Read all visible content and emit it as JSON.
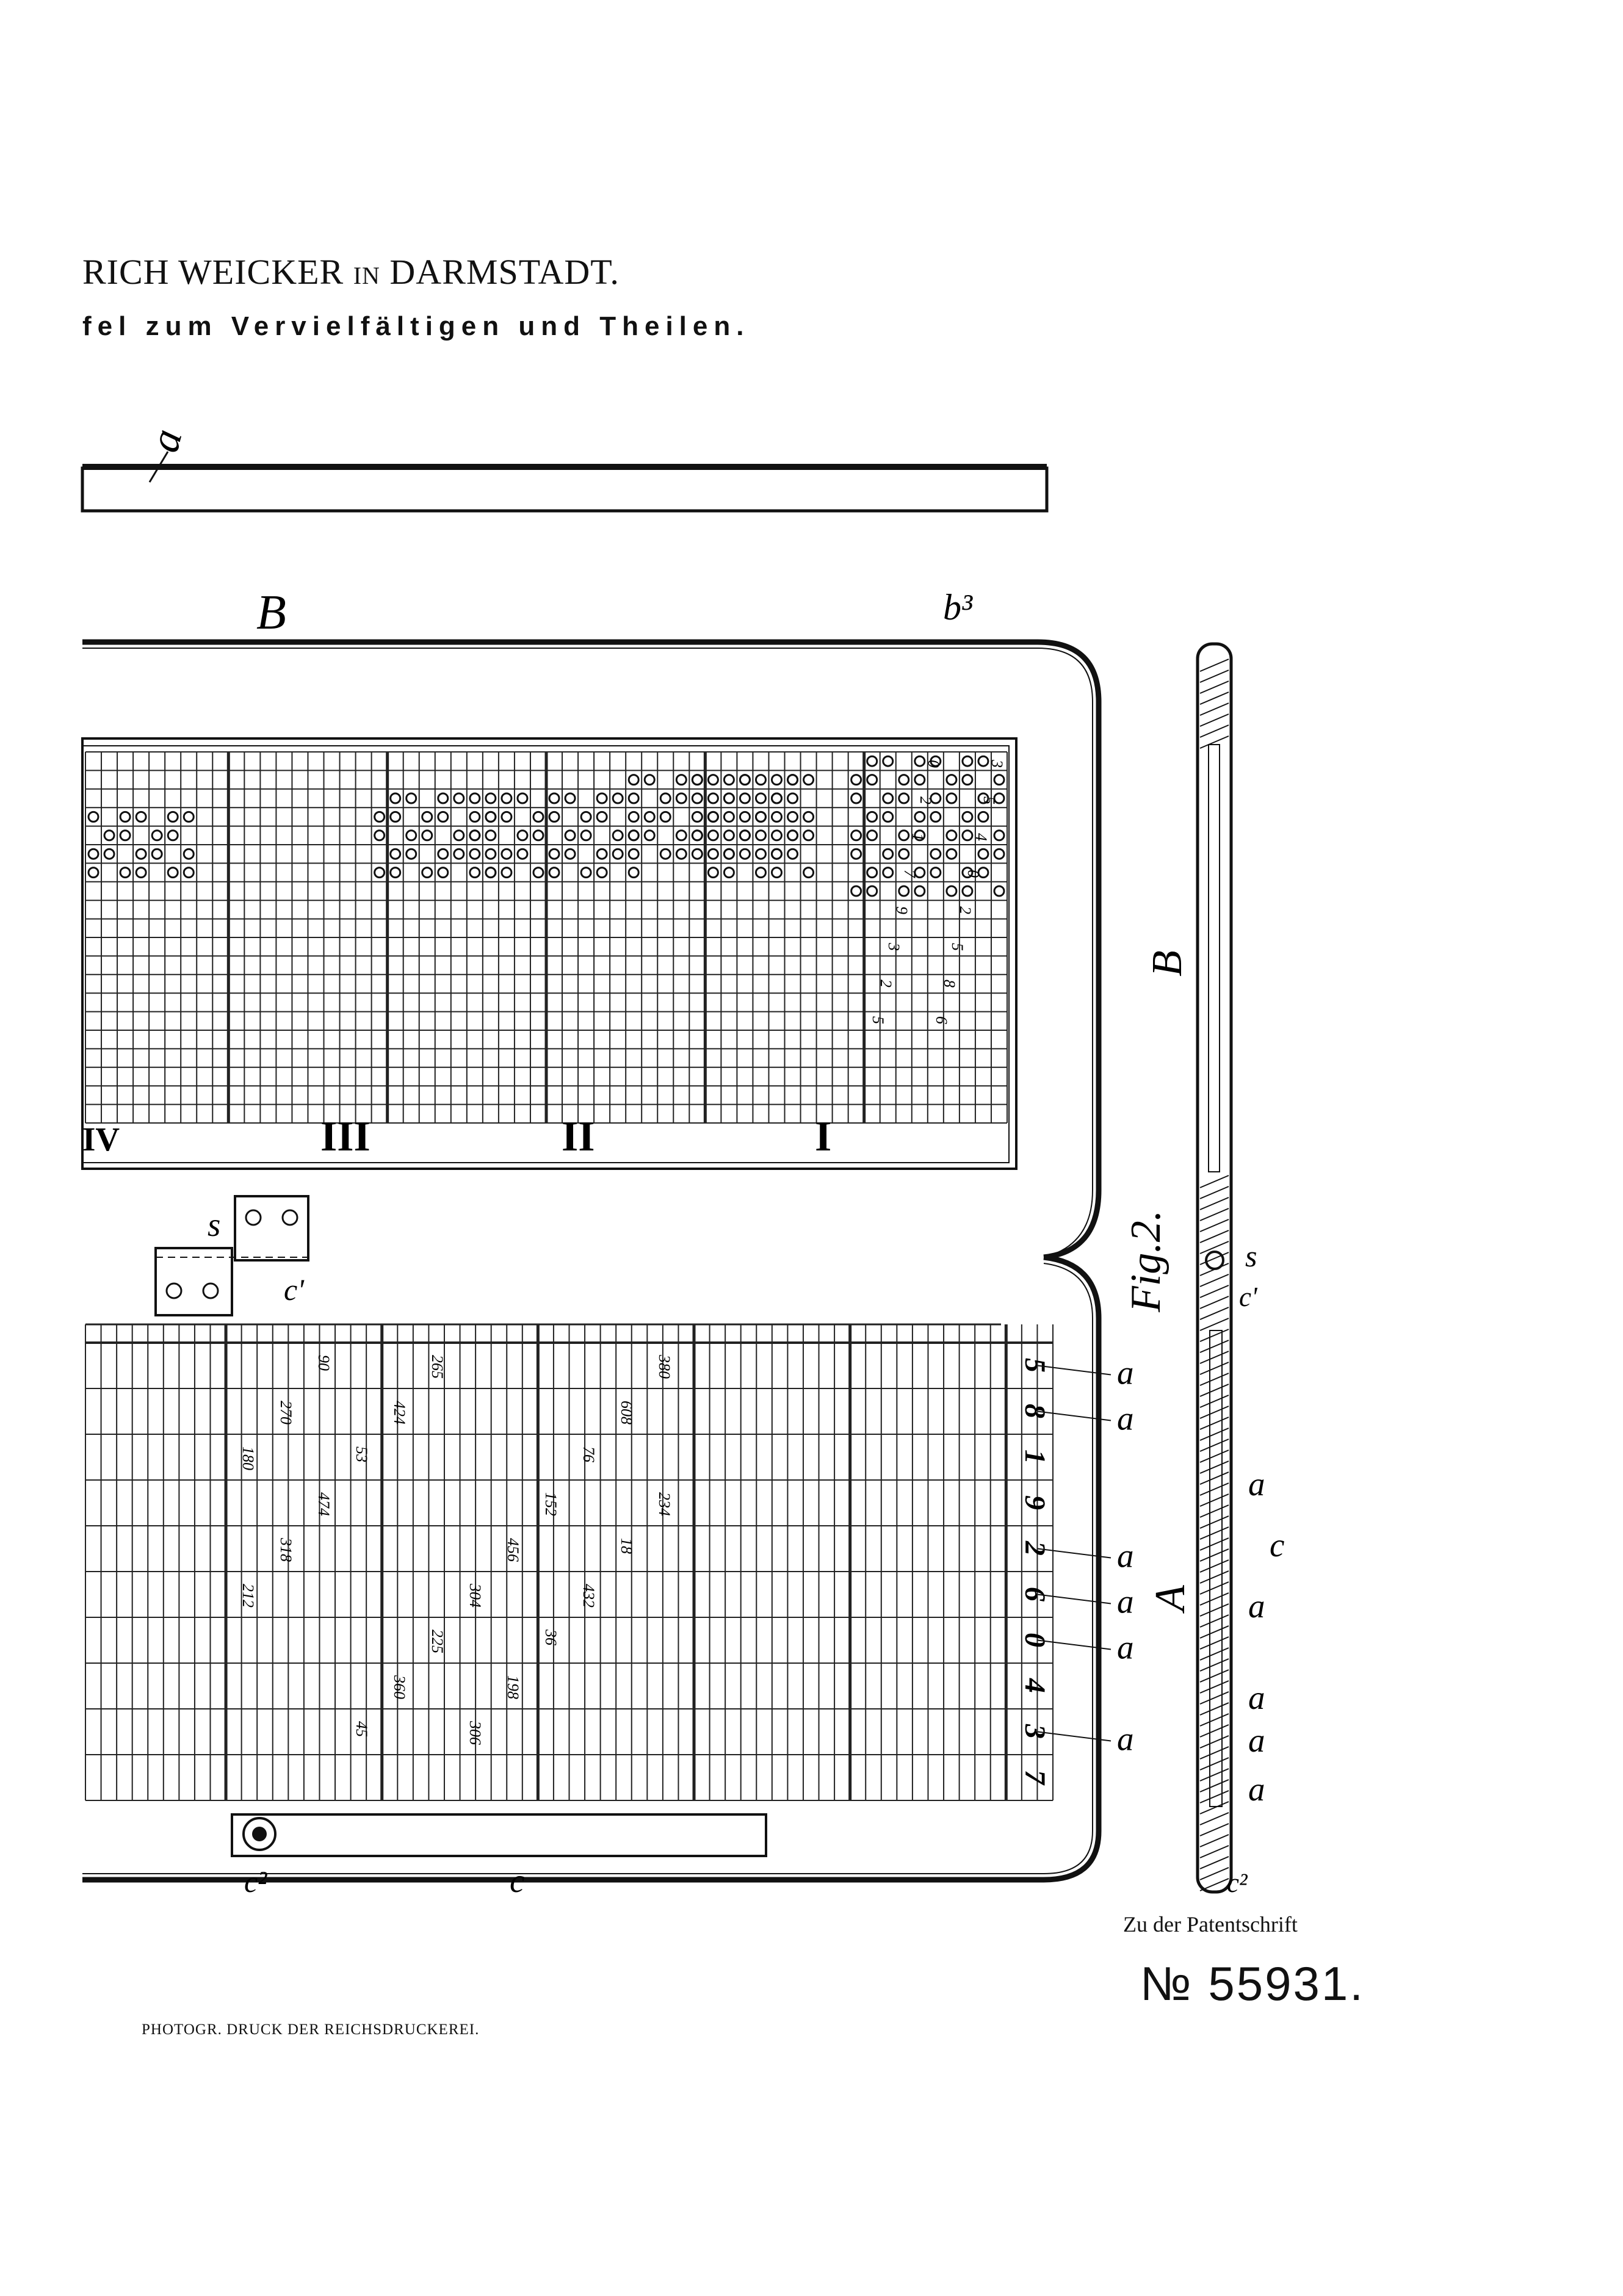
{
  "header": {
    "author_first": "RICH WEICKER",
    "author_in": "IN",
    "author_place": "DARMSTADT.",
    "title": "fel zum Vervielfältigen und Theilen."
  },
  "footer": {
    "print_credit": "PHOTOGR. DRUCK DER REICHSDRUCKEREI.",
    "patent_ref": "Zu der Patentschrift",
    "patent_no": "№ 55931."
  },
  "labels": {
    "a": "a",
    "B": "B",
    "b3": "b³",
    "s": "s",
    "c1": "c'",
    "c2": "c²",
    "c": "c",
    "fig2": "Fig.2.",
    "A": "A",
    "section_A": "a",
    "section_c": "c",
    "section_a2": "a"
  },
  "roman": [
    "I",
    "II",
    "III",
    "IV"
  ],
  "upper_row_values": [
    "3",
    "5",
    "4",
    "0",
    "2",
    "5",
    "8",
    "6",
    "0",
    "2",
    "1",
    "7",
    "9",
    "3",
    "2",
    "5"
  ],
  "right_column_digits": [
    "5",
    "8",
    "1",
    "9",
    "2",
    "6",
    "0",
    "4",
    "3",
    "7"
  ],
  "lower_row_values": [
    "380",
    "608",
    "76",
    "152",
    "456",
    "304",
    "225",
    "360",
    "45",
    "90",
    "270",
    "180",
    "234",
    "18",
    "432",
    "36",
    "198",
    "306",
    "265",
    "424",
    "53",
    "474",
    "318",
    "212"
  ]
}
